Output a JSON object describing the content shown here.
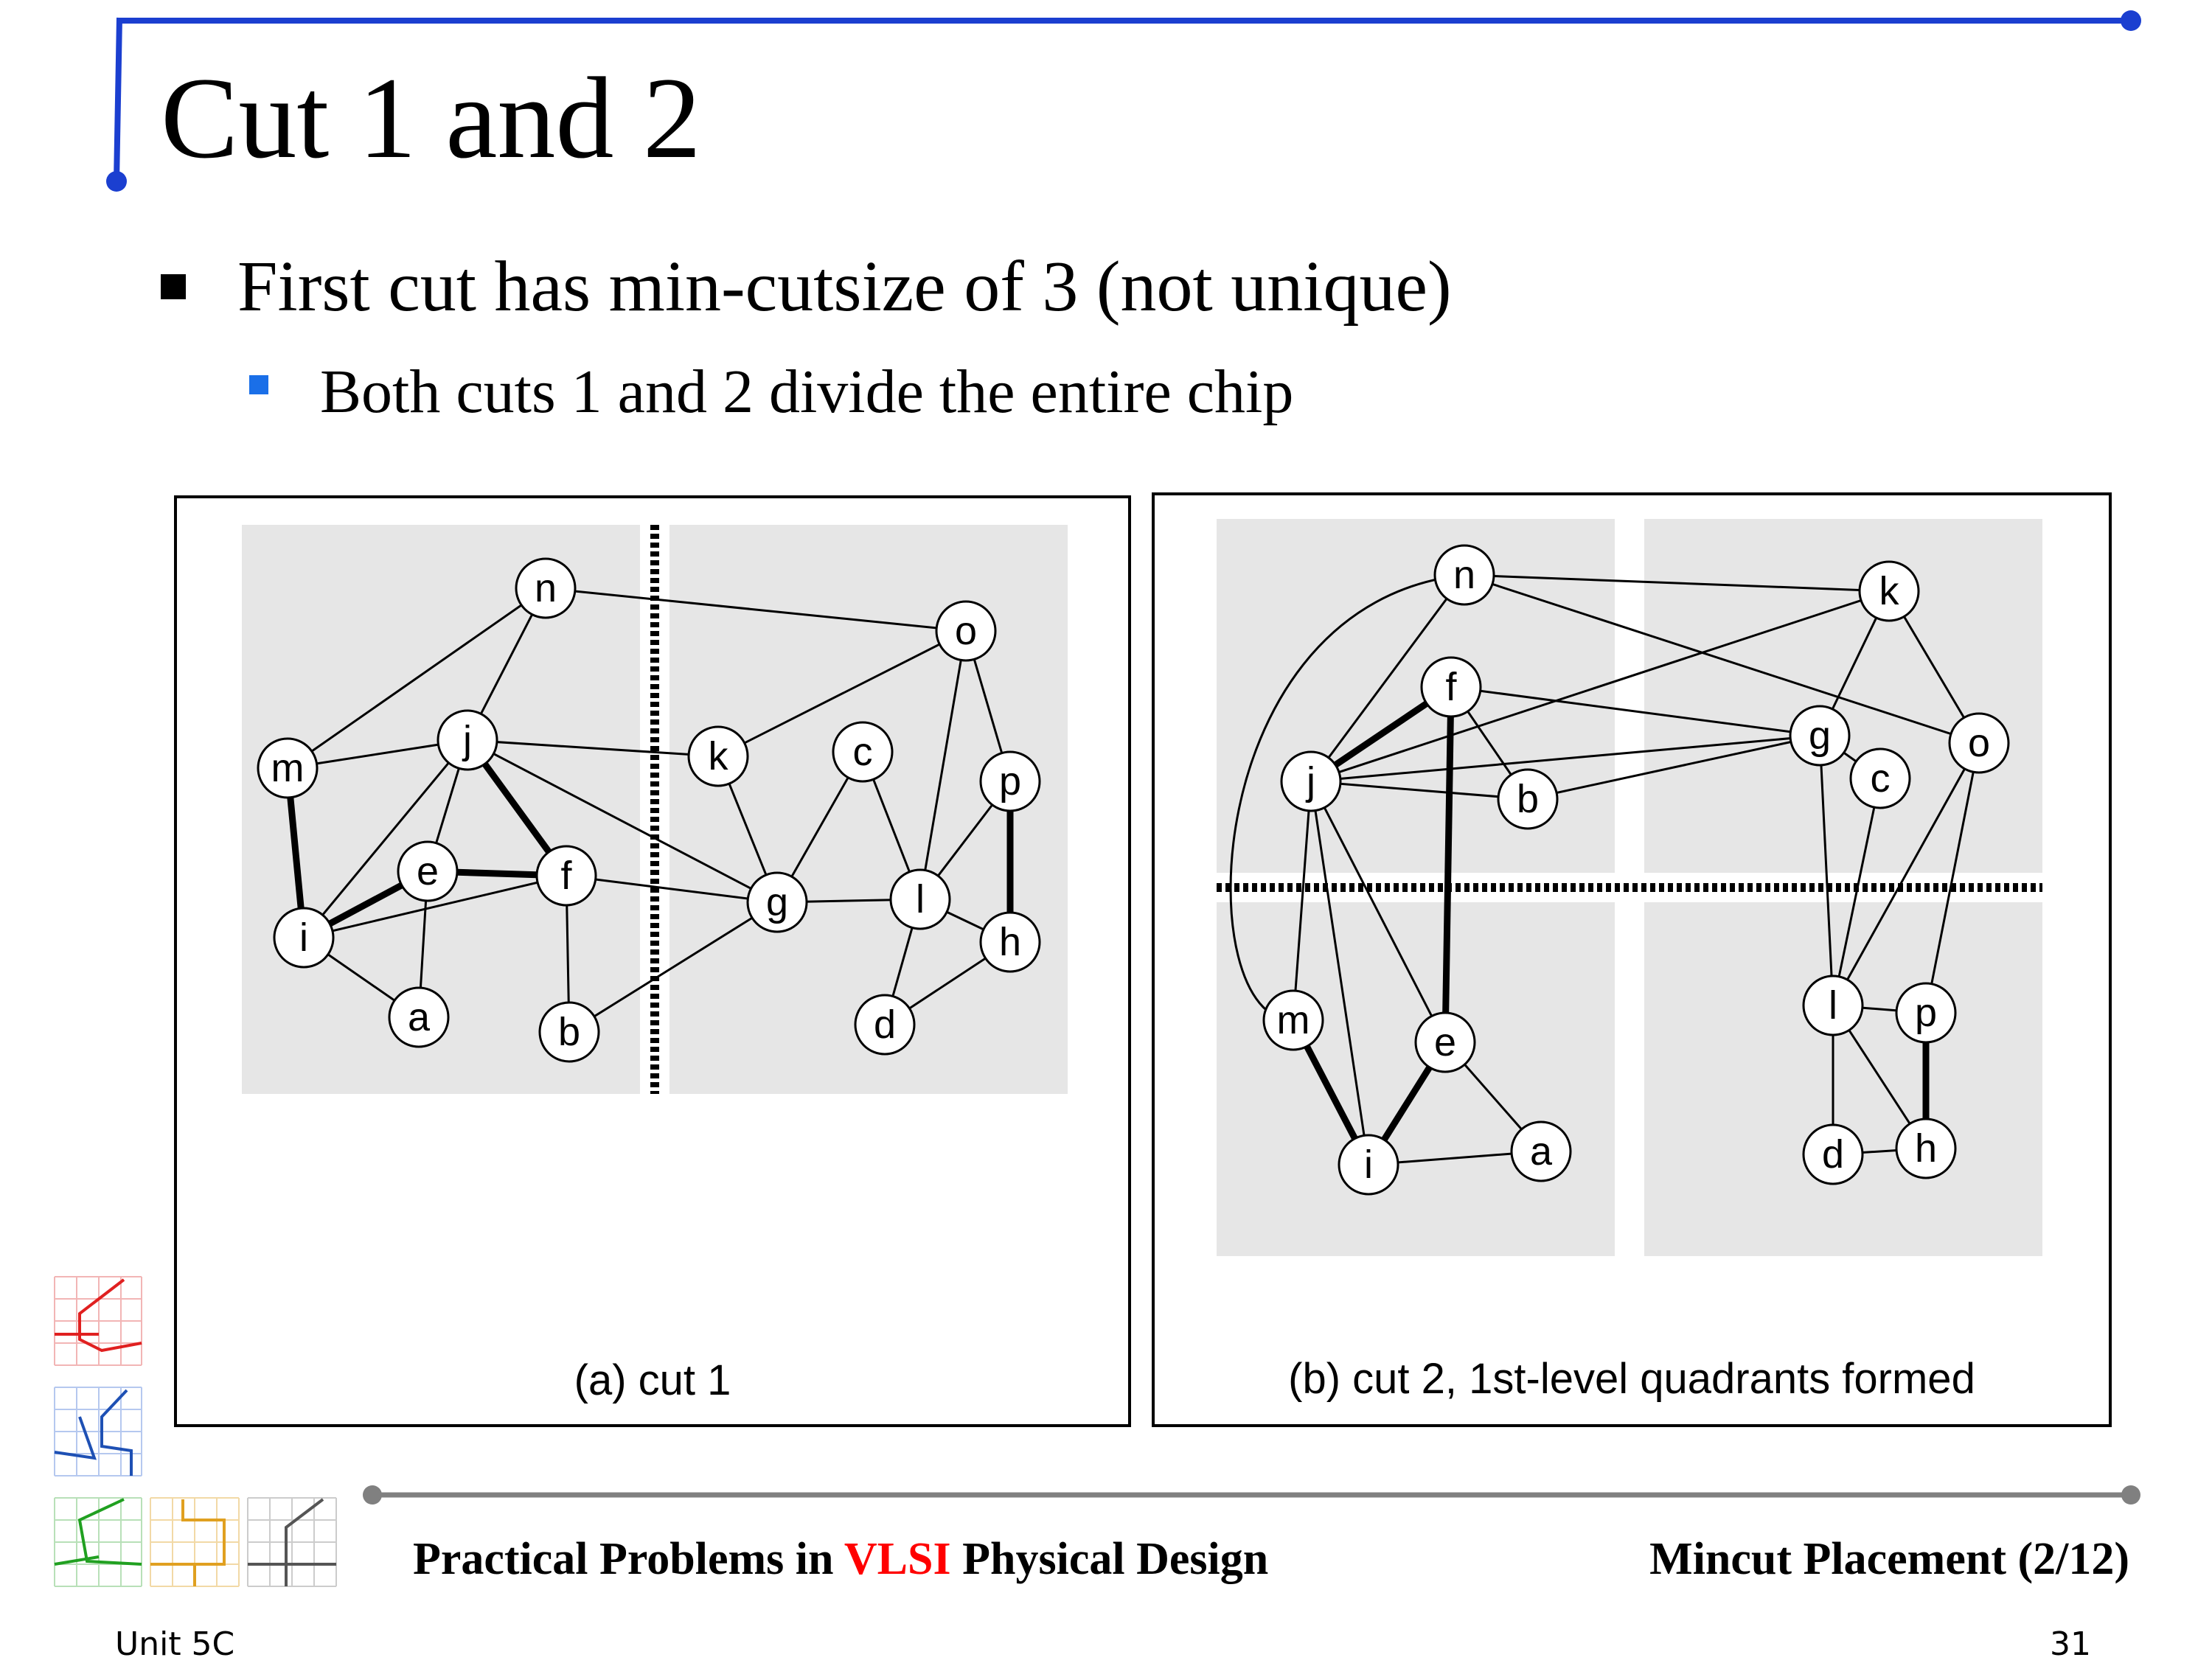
{
  "slide": {
    "title": "Cut 1 and 2",
    "bullet_1": "First cut has min-cutsize of 3 (not unique)",
    "bullet_2": "Both cuts 1 and 2 divide the entire chip"
  },
  "figure_a": {
    "caption": "(a) cut 1",
    "nodes": [
      {
        "id": "n"
      },
      {
        "id": "o"
      },
      {
        "id": "m"
      },
      {
        "id": "j"
      },
      {
        "id": "k"
      },
      {
        "id": "c"
      },
      {
        "id": "p"
      },
      {
        "id": "e"
      },
      {
        "id": "f"
      },
      {
        "id": "g"
      },
      {
        "id": "l"
      },
      {
        "id": "i"
      },
      {
        "id": "h"
      },
      {
        "id": "a"
      },
      {
        "id": "b"
      },
      {
        "id": "d"
      }
    ]
  },
  "figure_b": {
    "caption": "(b) cut 2, 1st-level quadrants formed",
    "nodes": [
      {
        "id": "n"
      },
      {
        "id": "k"
      },
      {
        "id": "f"
      },
      {
        "id": "g"
      },
      {
        "id": "o"
      },
      {
        "id": "j"
      },
      {
        "id": "b"
      },
      {
        "id": "c"
      },
      {
        "id": "l"
      },
      {
        "id": "p"
      },
      {
        "id": "m"
      },
      {
        "id": "e"
      },
      {
        "id": "a"
      },
      {
        "id": "i"
      },
      {
        "id": "d"
      },
      {
        "id": "h"
      }
    ]
  },
  "footer": {
    "left_pre": "Practical Problems in ",
    "left_highlight": "VLSI",
    "left_post": " Physical Design",
    "right": "Mincut Placement (2/12)",
    "unit": "Unit 5C",
    "page": "31"
  },
  "colors": {
    "accent_blue": "#1b3fd0",
    "footer_gray": "#808080",
    "vlsi_red": "#ff0000",
    "panel_gray": "#e6e6e6"
  }
}
